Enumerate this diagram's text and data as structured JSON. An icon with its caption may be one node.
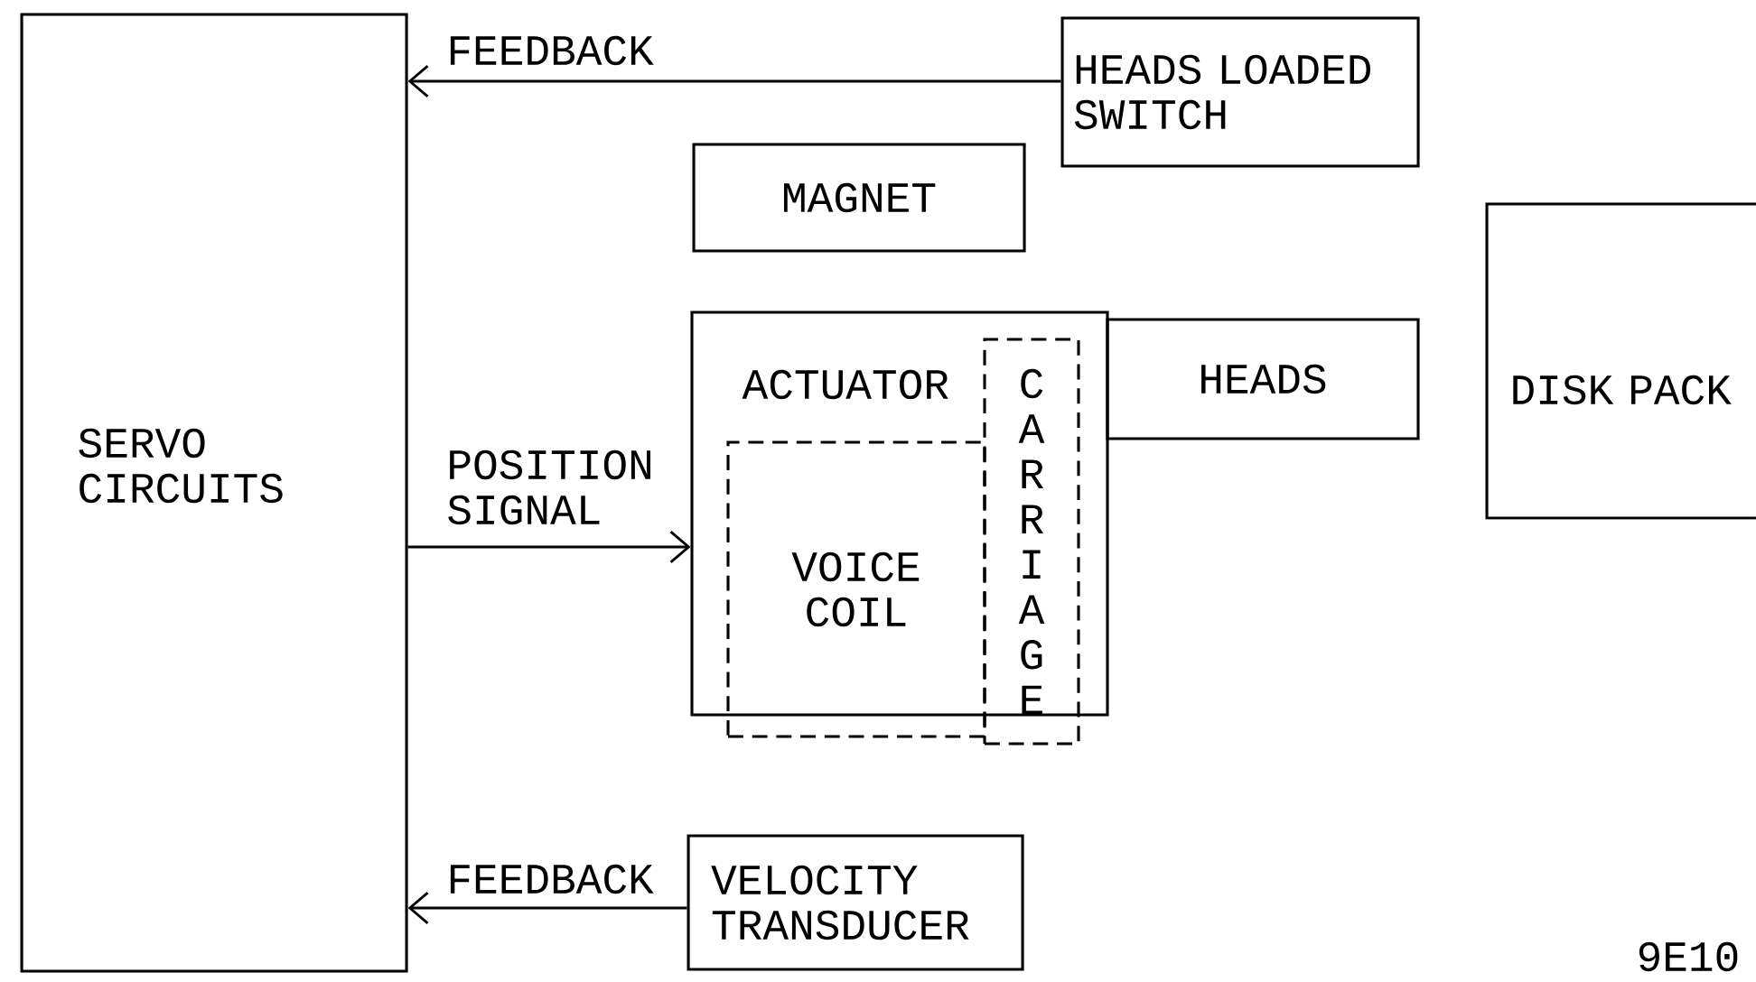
{
  "diagram": {
    "nodes": [
      {
        "text": [
          "SERVO CIRCUITS"
        ]
      },
      {
        "text": [
          "HEADS LOADED SWITCH"
        ]
      },
      {
        "text": [
          "MAGNET"
        ]
      },
      {
        "text": [
          "ACTUATOR"
        ]
      },
      {
        "text": [
          "VOICE COIL"
        ],
        "in": 3
      },
      {
        "text": [
          "CARRIAGE"
        ],
        "in": 3
      },
      {
        "text": [
          "HEADS"
        ]
      },
      {
        "text": [
          "DISK PACK"
        ]
      },
      {
        "text": [
          "VELOCITY TRANSDUCER"
        ]
      }
    ],
    "edges": [
      {
        "from": 1,
        "to": 0,
        "arrow": "to",
        "label": "FEEDBACK"
      },
      {
        "from": 0,
        "to": 3,
        "arrow": "to",
        "label": "POSITION SIGNAL"
      },
      {
        "from": 8,
        "to": 0,
        "arrow": "to",
        "label": "FEEDBACK"
      }
    ],
    "labels": [
      "9E10"
    ]
  }
}
